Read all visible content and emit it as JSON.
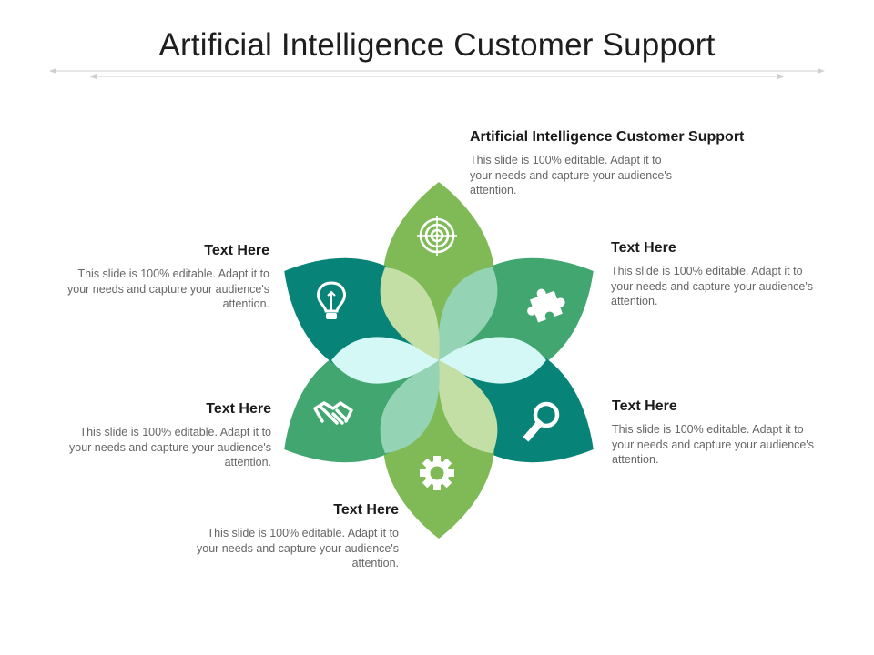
{
  "title": "Artificial Intelligence Customer Support",
  "colors": {
    "teal": "#078378",
    "green": "#41a66f",
    "lime": "#7fba57",
    "light_lime": "#c4dfa5",
    "light_green": "#94d3b4",
    "pale_cyan": "#d3f8f6"
  },
  "petals": [
    {
      "icon": "target-icon",
      "color": "lime"
    },
    {
      "icon": "puzzle-icon",
      "color": "green"
    },
    {
      "icon": "magnifier-icon",
      "color": "teal"
    },
    {
      "icon": "gear-icon",
      "color": "lime"
    },
    {
      "icon": "handshake-icon",
      "color": "green"
    },
    {
      "icon": "lightbulb-icon",
      "color": "teal"
    }
  ],
  "blocks": [
    {
      "heading": "Artificial Intelligence Customer Support",
      "body": "This slide is 100% editable. Adapt it to your needs and capture your audience's attention."
    },
    {
      "heading": "Text Here",
      "body": "This slide is 100% editable. Adapt it to your needs and capture your audience's attention."
    },
    {
      "heading": "Text Here",
      "body": "This slide is 100% editable. Adapt it to your needs and capture your audience's attention."
    },
    {
      "heading": "Text Here",
      "body": "This slide is 100% editable. Adapt it to your needs and capture your audience's attention."
    },
    {
      "heading": "Text Here",
      "body": "This slide is 100% editable. Adapt it to your needs and capture your audience's attention."
    },
    {
      "heading": "Text Here",
      "body": "This slide is 100% editable. Adapt it to your needs and capture your audience's attention."
    }
  ]
}
